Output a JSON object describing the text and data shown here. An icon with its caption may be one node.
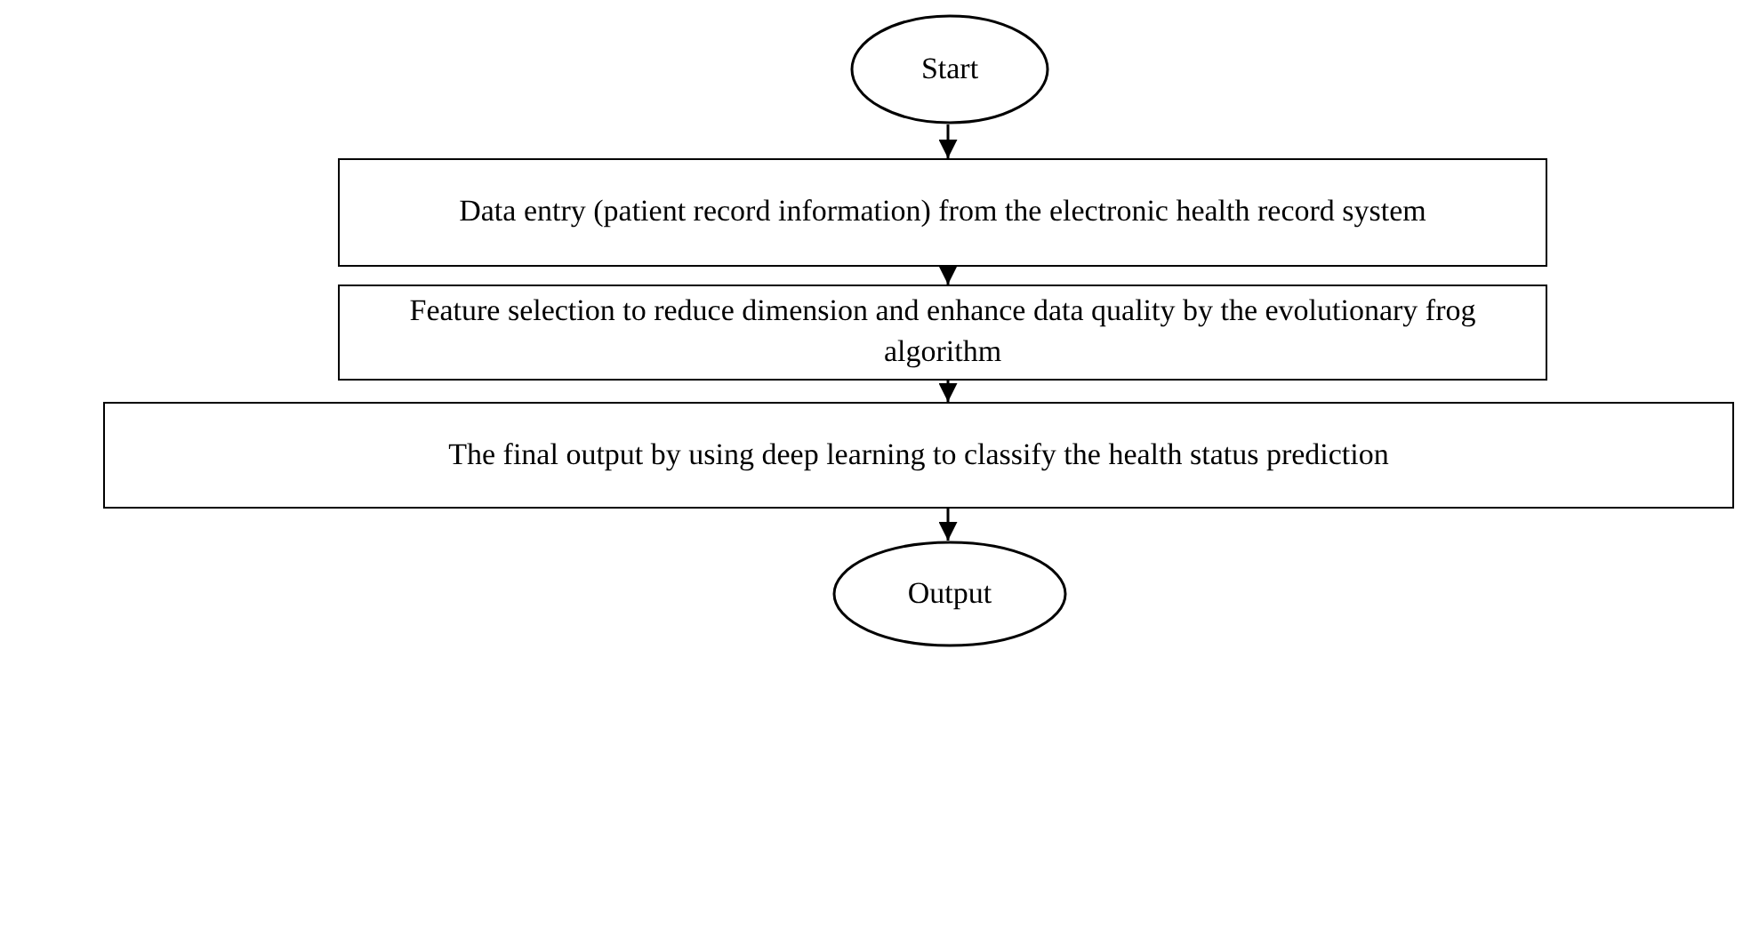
{
  "diagram": {
    "nodes": [
      {
        "text": [
          "Start"
        ]
      },
      {
        "text": [
          "Data entry (patient record information) from the electronic health record system"
        ]
      },
      {
        "text": [
          "Feature selection to reduce dimension and enhance data quality by the evolutionary frog algorithm"
        ]
      },
      {
        "text": [
          "The final output by using deep learning to classify the health status prediction"
        ]
      },
      {
        "text": [
          "Output"
        ]
      }
    ],
    "edges": [
      {
        "from": 0,
        "to": 1,
        "arrow": "to"
      },
      {
        "from": 1,
        "to": 2,
        "arrow": "to"
      },
      {
        "from": 2,
        "to": 3,
        "arrow": "to"
      },
      {
        "from": 3,
        "to": 4,
        "arrow": "to"
      }
    ]
  }
}
